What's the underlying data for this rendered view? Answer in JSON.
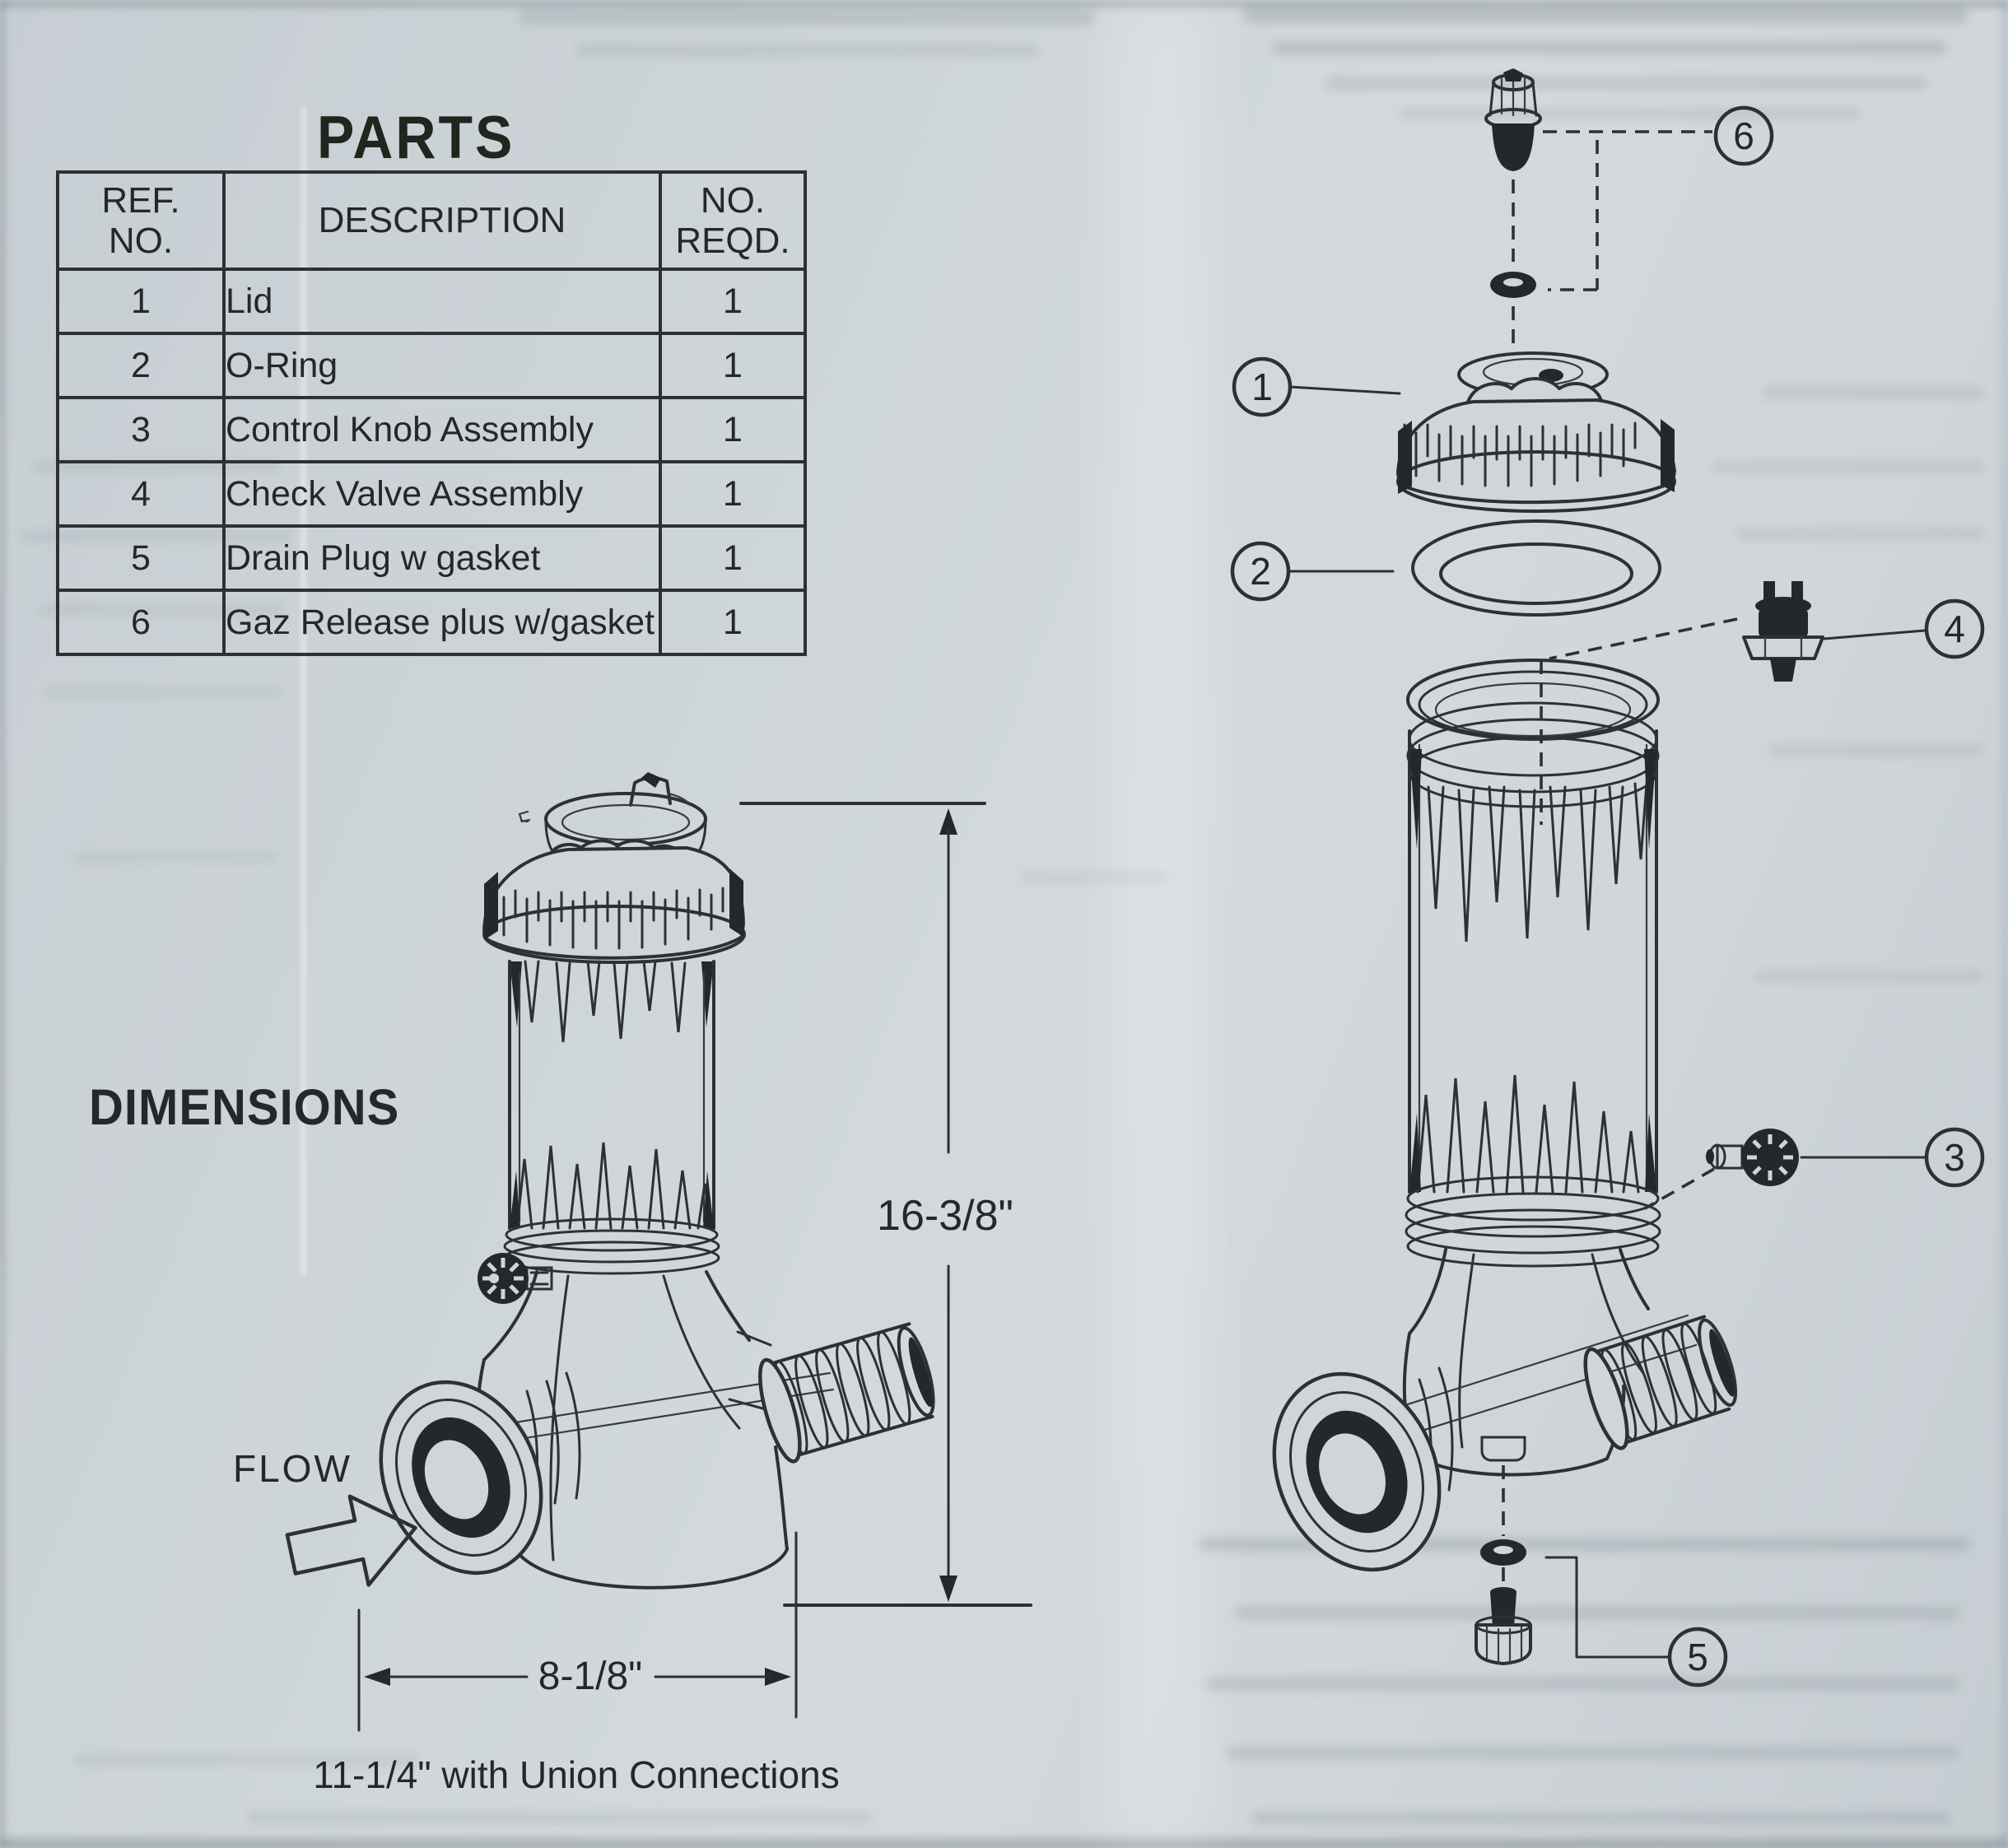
{
  "page": {
    "paper_color": "#cdd4d8",
    "ink_color": "#2b3135"
  },
  "parts": {
    "title": "PARTS",
    "headers": {
      "ref_line1": "REF.",
      "ref_line2": "NO.",
      "description": "DESCRIPTION",
      "qty_line1": "NO.",
      "qty_line2": "REQD."
    },
    "rows": [
      {
        "ref": "1",
        "description": "Lid",
        "qty": "1"
      },
      {
        "ref": "2",
        "description": "O-Ring",
        "qty": "1"
      },
      {
        "ref": "3",
        "description": "Control Knob Assembly",
        "qty": "1"
      },
      {
        "ref": "4",
        "description": "Check Valve Assembly",
        "qty": "1"
      },
      {
        "ref": "5",
        "description": "Drain Plug w gasket",
        "qty": "1"
      },
      {
        "ref": "6",
        "description": "Gaz Release plus w/gasket",
        "qty": "1"
      }
    ]
  },
  "dimensions": {
    "title": "DIMENSIONS",
    "flow_label": "FLOW",
    "height_label": "16-3/8\"",
    "width_label": "8-1/8\"",
    "union_note": "11-1/4\" with Union Connections"
  },
  "exploded": {
    "callouts": [
      "1",
      "2",
      "3",
      "4",
      "5",
      "6"
    ]
  }
}
